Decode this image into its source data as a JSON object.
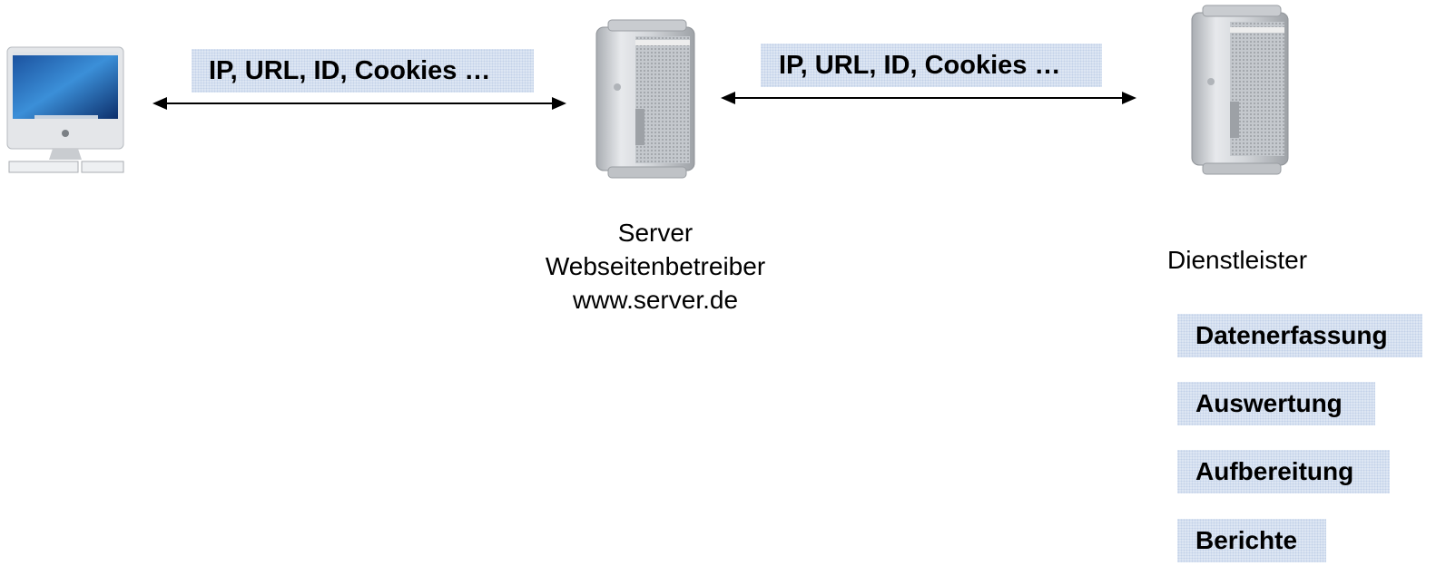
{
  "connections": {
    "left_label": "IP, URL, ID, Cookies …",
    "right_label": "IP, URL, ID, Cookies …"
  },
  "server": {
    "line1": "Server",
    "line2": "Webseitenbetreiber",
    "line3": "www.server.de"
  },
  "provider": {
    "label": "Dienstleister",
    "processes": [
      "Datenerfassung",
      "Auswertung",
      "Aufbereitung",
      "Berichte"
    ]
  },
  "colors": {
    "label_fill": "#dde6f3",
    "arrow": "#000000",
    "server_body": "#d4d7db"
  },
  "icons": {
    "client": "imac-computer-icon",
    "server": "tower-server-icon",
    "provider": "tower-server-icon"
  }
}
